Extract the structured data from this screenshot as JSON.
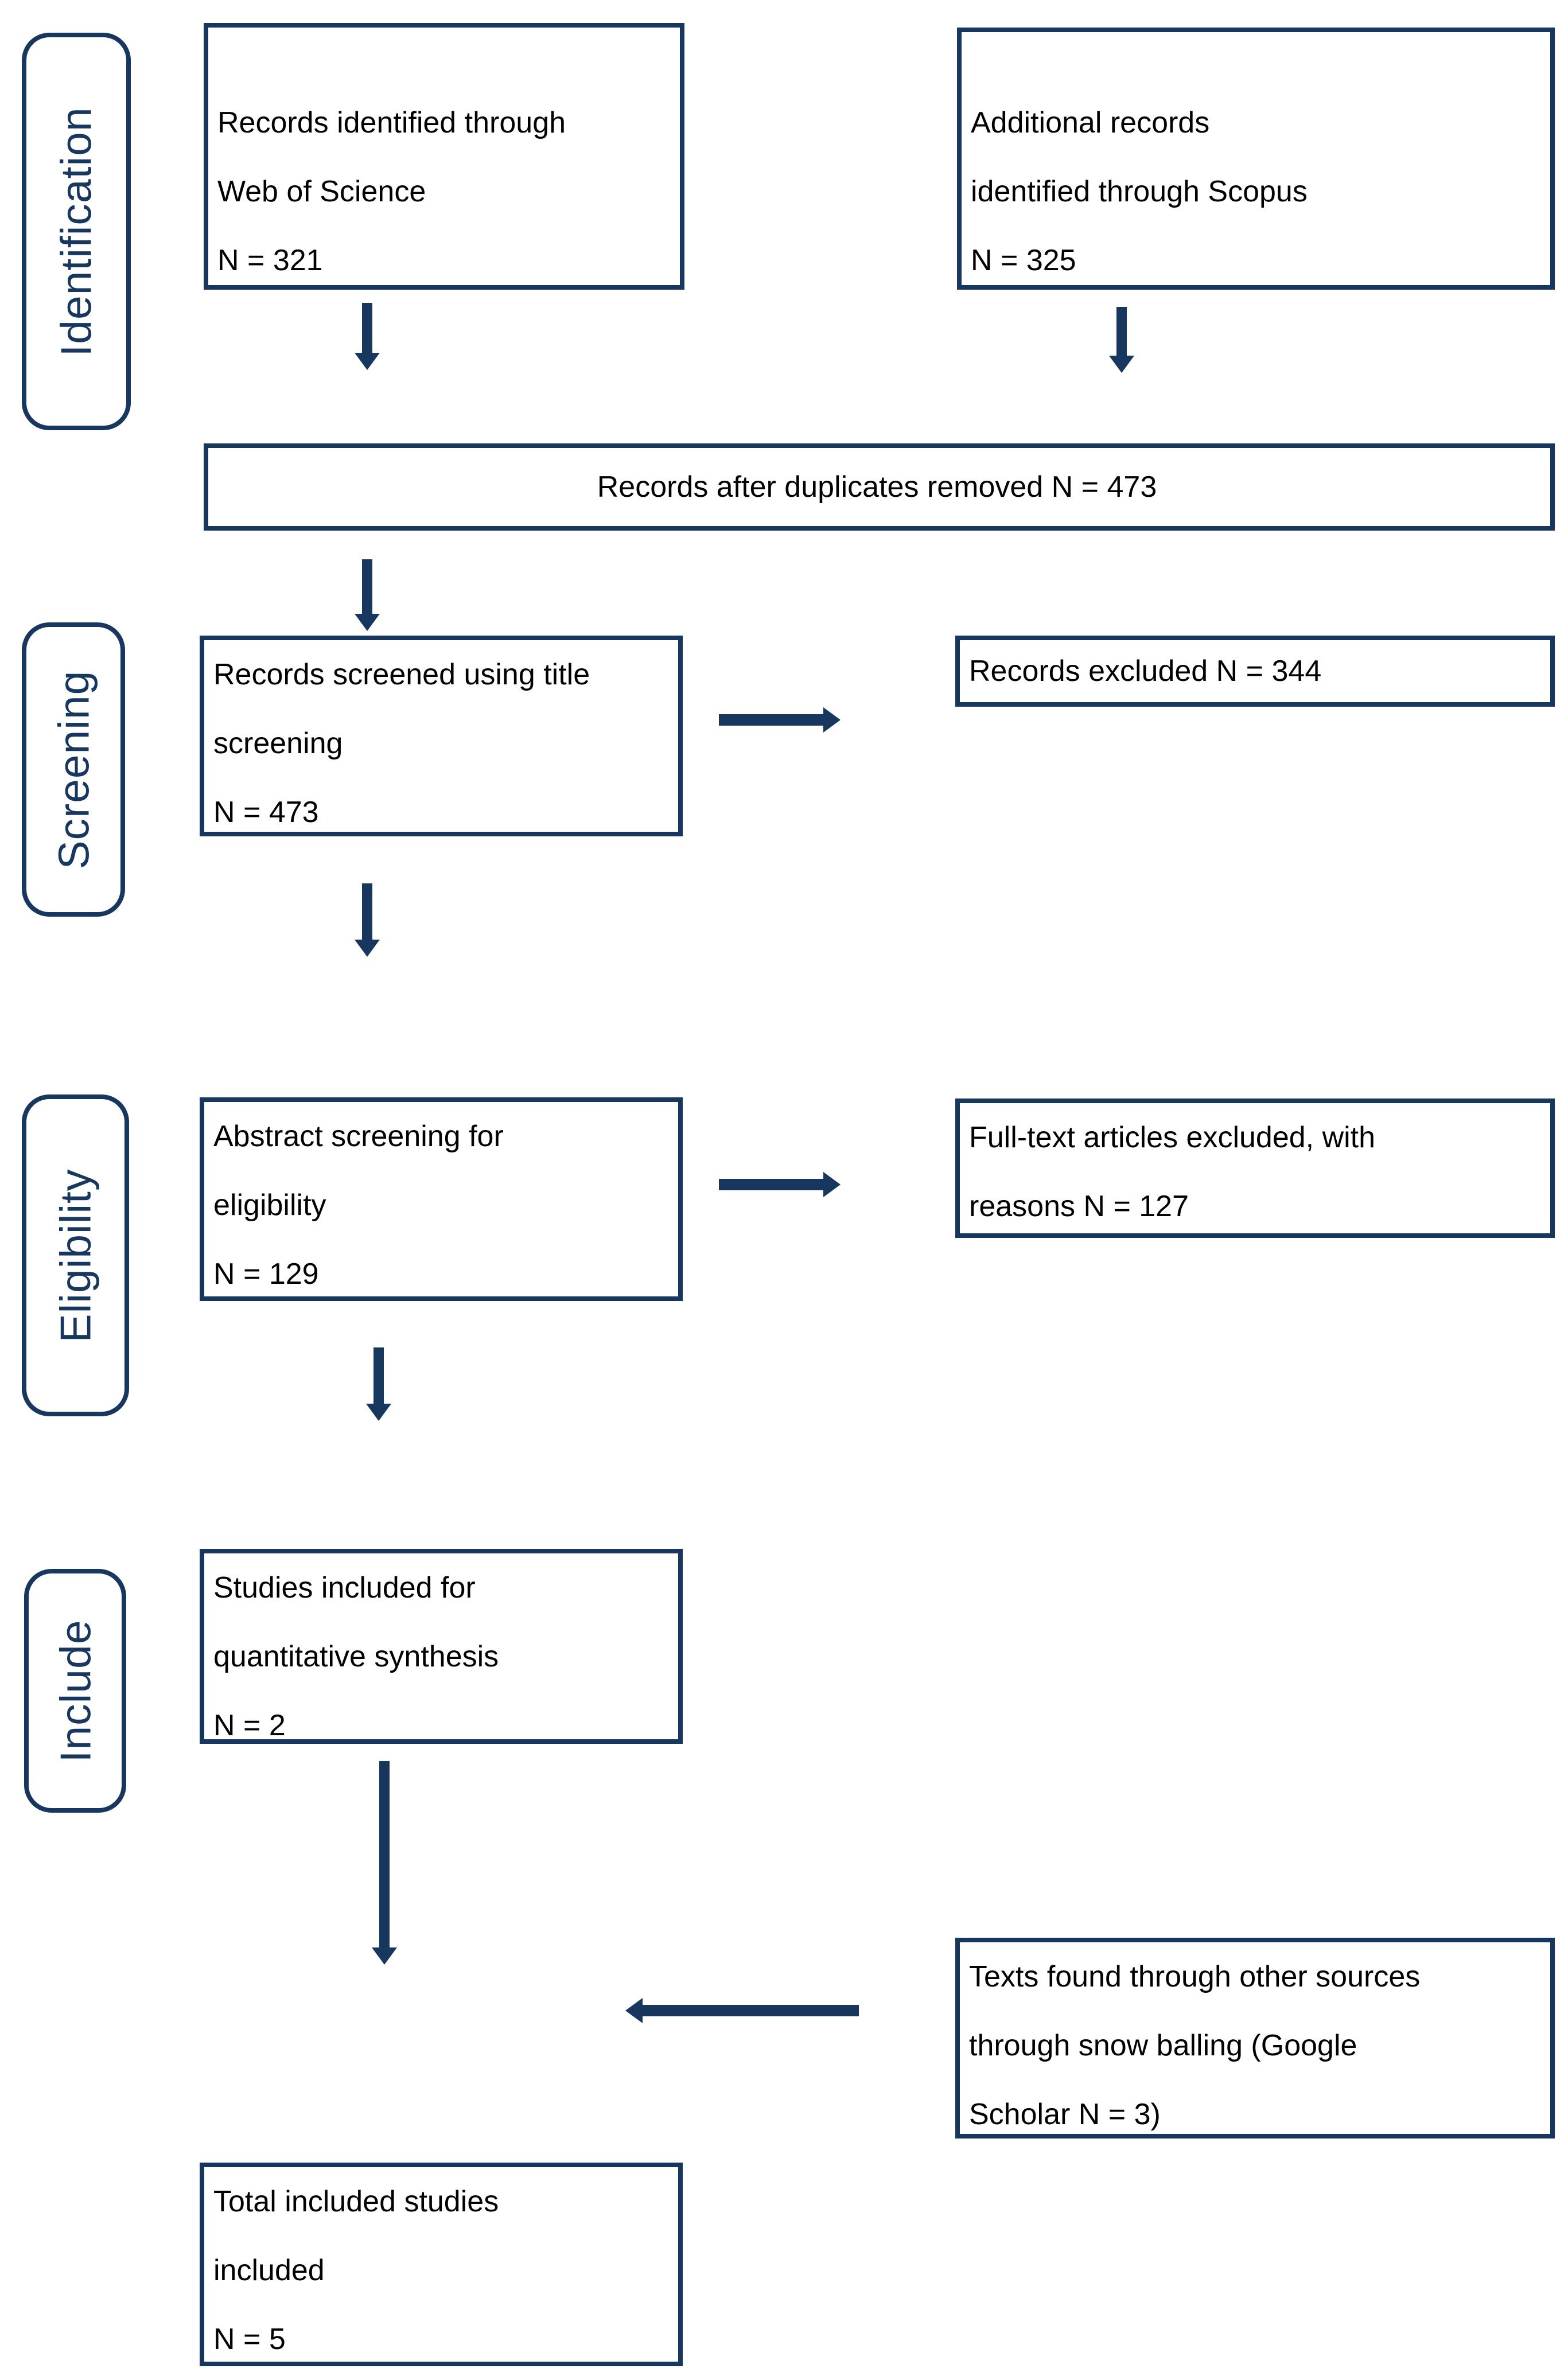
{
  "colors": {
    "navy": "#17375E",
    "text": "#000000",
    "background": "#FFFFFF"
  },
  "sidebar": {
    "identification": "Identification",
    "screening": "Screening",
    "eligibility": "Eligibility",
    "include": "Include"
  },
  "boxes": {
    "wos": {
      "lines": [
        "Records identified through",
        "Web of Science",
        "N = 321"
      ]
    },
    "scopus": {
      "lines": [
        "Additional records",
        "identified through Scopus",
        "N = 325"
      ]
    },
    "duplicates": {
      "text": "Records after duplicates removed N = 473"
    },
    "screened": {
      "lines": [
        "Records screened using title",
        "screening",
        "N = 473"
      ]
    },
    "excluded": {
      "text": "Records excluded N = 344"
    },
    "abstract": {
      "lines": [
        "Abstract screening for",
        "eligibility",
        "N = 129"
      ]
    },
    "fulltext": {
      "lines": [
        "Full-text articles excluded, with",
        "reasons N = 127"
      ]
    },
    "included": {
      "lines": [
        "Studies included for",
        "quantitative synthesis",
        "N = 2"
      ]
    },
    "other_sources": {
      "lines": [
        "Texts found through other sources",
        "through snow balling (Google",
        "Scholar N = 3)"
      ]
    },
    "total": {
      "lines": [
        "Total included studies",
        "included",
        "N = 5"
      ]
    }
  }
}
